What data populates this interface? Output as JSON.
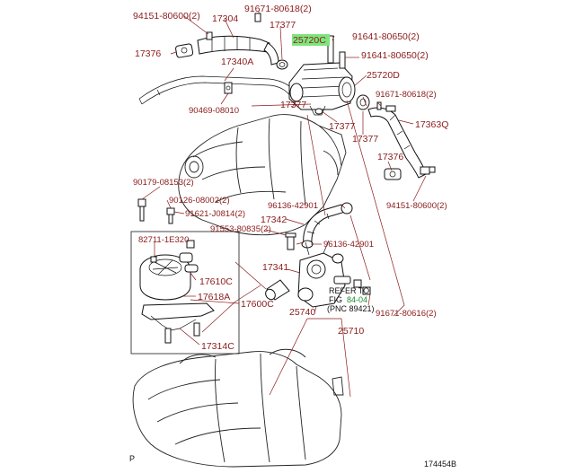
{
  "diagram": {
    "labels": {
      "p94151_80600_top": "94151-80600(2)",
      "p17304": "17304",
      "p91671_80618_top": "91671-80618(2)",
      "p17377_top": "17377",
      "p25720C": "25720C",
      "p91641_80650_a": "91641-80650(2)",
      "p17376_top": "17376",
      "p17340A": "17340A",
      "p91641_80650_b": "91641-80650(2)",
      "p25720D": "25720D",
      "p91671_80618_right": "91671-80618(2)",
      "p90469_08010": "90469-08010",
      "p17377_mid": "17377",
      "p17377_mid2": "17377",
      "p17363Q": "17363Q",
      "p17377_right": "17377",
      "p17376_right": "17376",
      "p94151_80600_right": "94151-80600(2)",
      "p90179_08153": "90179-08153(2)",
      "p90126_08002": "90126-08002(2)",
      "p96136_42901_a": "96136-42901",
      "p91621_J0814": "91621-J0814(2)",
      "p17342": "17342",
      "p91553_80835": "91553-80835(2)",
      "p82711_1E320": "82711-1E320",
      "p96136_42901_b": "96136-42901",
      "p17341": "17341",
      "p17610C": "17610C",
      "p17618A": "17618A",
      "p17600C": "17600C",
      "p25740": "25740",
      "p91671_80616": "91671-80616(2)",
      "p17314C": "17314C",
      "p25710": "25710"
    },
    "refer": {
      "line1": "REFER TO",
      "line2": "FIG",
      "fig": "84-04",
      "line3": "(PNC 89421)"
    },
    "corner_letter": "P",
    "drawing_number": "174454B",
    "highlight_color": "#7ee57e",
    "label_color": "#8b1a1a"
  }
}
